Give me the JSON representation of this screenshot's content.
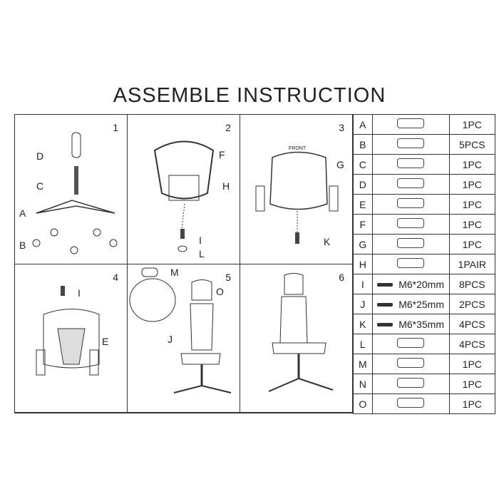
{
  "title": "ASSEMBLE  INSTRUCTION",
  "steps": [
    {
      "num": "1",
      "labels": [
        "D",
        "C",
        "A",
        "B"
      ]
    },
    {
      "num": "2",
      "labels": [
        "F",
        "H",
        "I",
        "L"
      ]
    },
    {
      "num": "3",
      "labels": [
        "FRONT",
        "G",
        "K"
      ]
    },
    {
      "num": "4",
      "labels": [
        "I",
        "E"
      ]
    },
    {
      "num": "5",
      "labels": [
        "M",
        "O",
        "J"
      ]
    },
    {
      "num": "6",
      "labels": []
    }
  ],
  "parts": [
    {
      "letter": "A",
      "spec": "",
      "qty": "1PC",
      "icon": "base-icon"
    },
    {
      "letter": "B",
      "spec": "",
      "qty": "5PCS",
      "icon": "caster-icon"
    },
    {
      "letter": "C",
      "spec": "",
      "qty": "1PC",
      "icon": "gas-lift-icon"
    },
    {
      "letter": "D",
      "spec": "",
      "qty": "1PC",
      "icon": "gas-lift-cover-icon"
    },
    {
      "letter": "E",
      "spec": "",
      "qty": "1PC",
      "icon": "mechanism-icon"
    },
    {
      "letter": "F",
      "spec": "",
      "qty": "1PC",
      "icon": "backrest-icon"
    },
    {
      "letter": "G",
      "spec": "",
      "qty": "1PC",
      "icon": "seat-icon"
    },
    {
      "letter": "H",
      "spec": "",
      "qty": "1PAIR",
      "icon": "armrest-icon"
    },
    {
      "letter": "I",
      "spec": "M6*20mm",
      "qty": "8PCS",
      "icon": "screw-icon"
    },
    {
      "letter": "J",
      "spec": "M6*25mm",
      "qty": "2PCS",
      "icon": "screw-icon"
    },
    {
      "letter": "K",
      "spec": "M6*35mm",
      "qty": "4PCS",
      "icon": "screw-icon"
    },
    {
      "letter": "L",
      "spec": "",
      "qty": "4PCS",
      "icon": "cap-icon"
    },
    {
      "letter": "M",
      "spec": "",
      "qty": "1PC",
      "icon": "cover-icon"
    },
    {
      "letter": "N",
      "spec": "",
      "qty": "1PC",
      "icon": "allen-key-icon"
    },
    {
      "letter": "O",
      "spec": "",
      "qty": "1PC",
      "icon": "headrest-bracket-icon"
    }
  ]
}
